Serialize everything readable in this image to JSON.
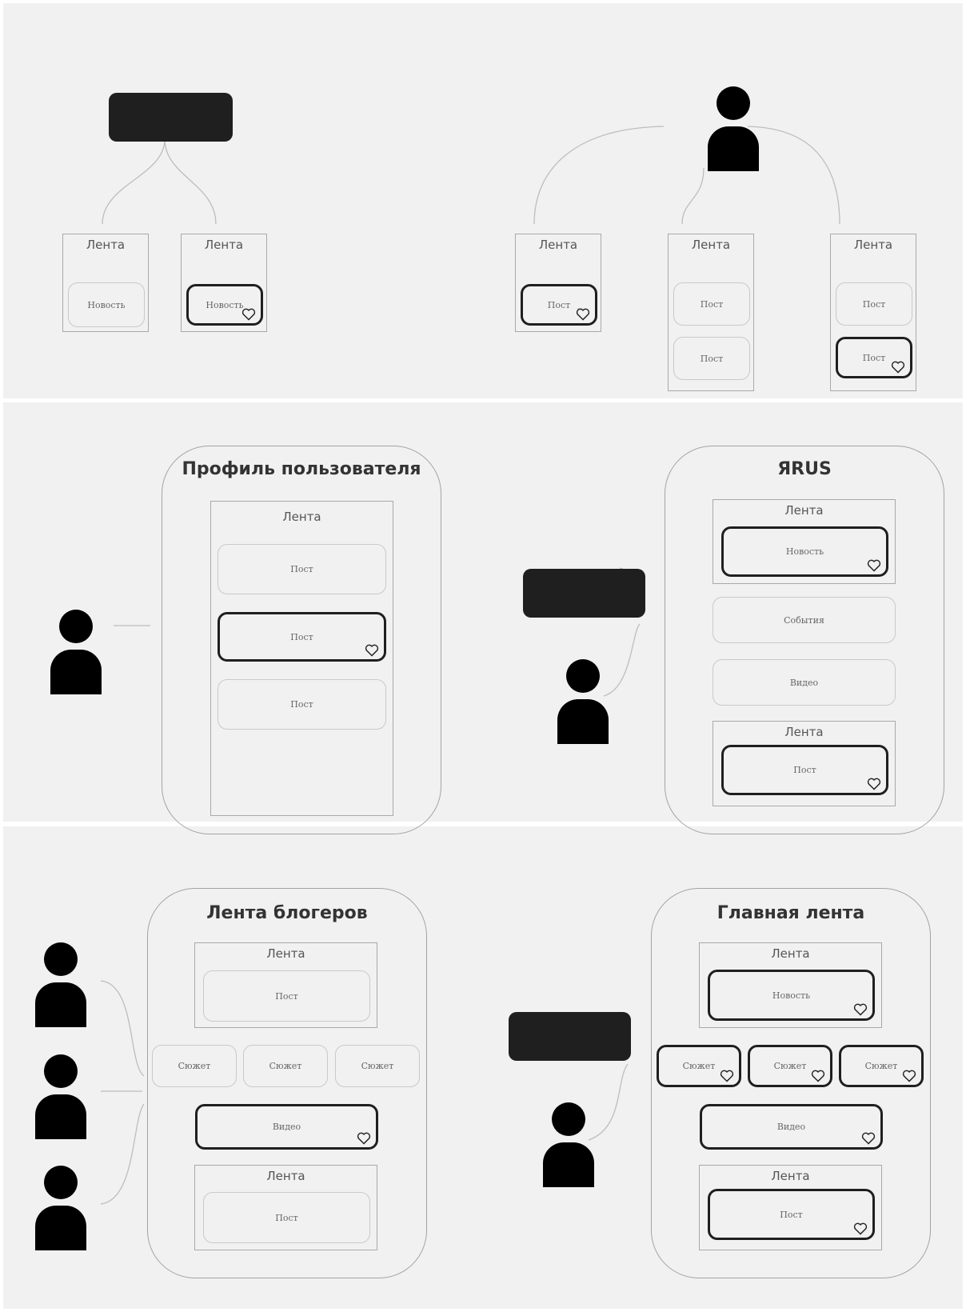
{
  "labels": {
    "feed": "Лента",
    "news": "Новость",
    "post": "Пост",
    "events": "События",
    "video": "Видео",
    "story": "Сюжет"
  },
  "groups": {
    "profile": "Профиль пользователя",
    "yarus": "ЯRUS",
    "bloggers": "Лента блогеров",
    "main": "Главная лента"
  },
  "colors": {
    "panel_bg": "#f1f1f1",
    "highlight_border": "#1f1f1f",
    "icon_fill": "#000000",
    "line": "#bdbdbd"
  },
  "icons": [
    "person-icon",
    "heart-icon",
    "black-source-box"
  ]
}
